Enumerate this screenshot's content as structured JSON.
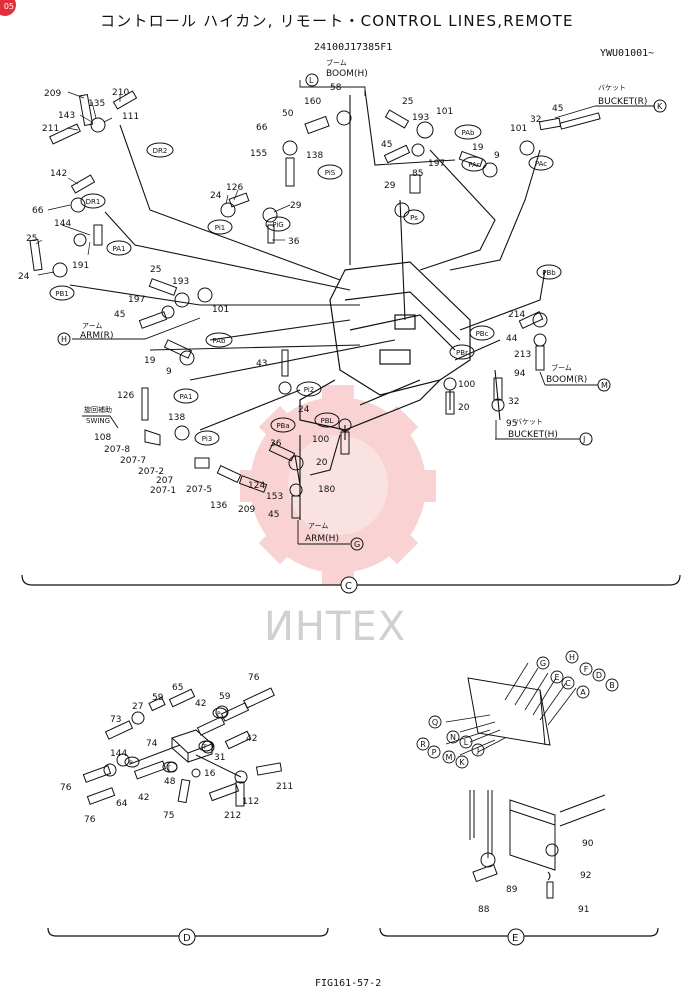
{
  "header": {
    "title": "コントロール ハイカン, リモート・CONTROL LINES,REMOTE",
    "part_number": "24100J17385F1",
    "serial": "YWU01001~",
    "corner_badge": "05"
  },
  "footer": {
    "figure": "FIG161-57-2"
  },
  "watermark": {
    "text": "ИHTEX",
    "color": "#f2a0a0"
  },
  "sections": {
    "main": "C",
    "left_detail": "D",
    "right_detail": "E"
  },
  "line_labels": {
    "boom_h": "BOOM(H)",
    "boom_h_jp": "ブーム",
    "boom_h_letter": "L",
    "bucket_r": "BUCKET(R)",
    "bucket_r_jp": "バケット",
    "bucket_r_letter": "K",
    "arm_r": "ARM(R)",
    "arm_r_jp": "アーム",
    "arm_r_letter": "H",
    "boom_r": "BOOM(R)",
    "boom_r_jp": "ブーム",
    "boom_r_letter": "M",
    "bucket_h": "BUCKET(H)",
    "bucket_h_jp": "バケット",
    "bucket_h_letter": "J",
    "arm_h": "ARM(H)",
    "arm_h_jp": "アーム",
    "arm_h_letter": "G",
    "swing": "SWING",
    "swing_jp": "旋回補助"
  },
  "ports": [
    "DR2",
    "PiS",
    "Ps",
    "PAb",
    "PAr",
    "PAc",
    "DR1",
    "PA1",
    "PB1",
    "Pi1",
    "PiG",
    "PAb",
    "PA1",
    "Pi2",
    "Pi3",
    "PBa",
    "PBL",
    "PBr",
    "PBc",
    "PBb"
  ],
  "callouts_c": [
    "209",
    "210",
    "135",
    "143",
    "111",
    "211",
    "DR2",
    "142",
    "66",
    "144",
    "25",
    "191",
    "24",
    "50",
    "160",
    "58",
    "66",
    "155",
    "138",
    "25",
    "193",
    "101",
    "45",
    "197",
    "19",
    "9",
    "101",
    "32",
    "45",
    "29",
    "85",
    "126",
    "24",
    "29",
    "36",
    "25",
    "193",
    "197",
    "45",
    "101",
    "19",
    "9",
    "43",
    "126",
    "138",
    "108",
    "207-8",
    "207-7",
    "207-2",
    "207",
    "207-1",
    "207-5",
    "136",
    "124",
    "209",
    "24",
    "36",
    "100",
    "20",
    "153",
    "180",
    "45",
    "100",
    "20",
    "32",
    "95",
    "214",
    "44",
    "213",
    "94"
  ],
  "callouts_d": [
    "76",
    "59",
    "65",
    "27",
    "42",
    "59",
    "73",
    "P",
    "74",
    "42",
    "T",
    "31",
    "144",
    "P",
    "T",
    "16",
    "48",
    "76",
    "64",
    "42",
    "75",
    "212",
    "112",
    "211",
    "76"
  ],
  "callouts_e": [
    "G",
    "H",
    "E",
    "F",
    "C",
    "D",
    "A",
    "B",
    "Q",
    "N",
    "L",
    "R",
    "P",
    "M",
    "K",
    "J",
    "90",
    "89",
    "92",
    "88",
    "91"
  ]
}
